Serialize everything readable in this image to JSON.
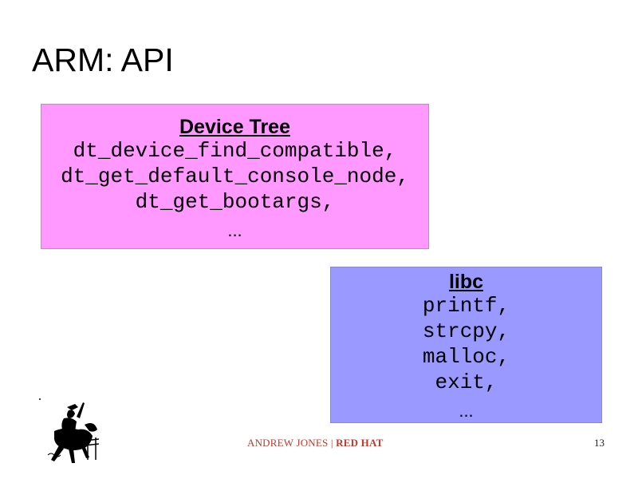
{
  "slide": {
    "title": "ARM: API",
    "page_number": "13"
  },
  "device_tree_box": {
    "heading": "Device Tree",
    "items": [
      "dt_device_find_compatible,",
      "dt_get_default_console_node,",
      "dt_get_bootargs,"
    ],
    "ellipsis": "...",
    "color": "#ff99ff"
  },
  "libc_box": {
    "heading": "libc",
    "items": [
      "printf,",
      "strcpy,",
      "malloc,",
      "exit,"
    ],
    "ellipsis": "...",
    "color": "#9999ff"
  },
  "footer": {
    "author": "ANDREW JONES",
    "separator": " | ",
    "company": "RED HAT",
    "color": "#c0392b"
  },
  "logo": {
    "icon": "bucking-bronco-rider-icon"
  }
}
